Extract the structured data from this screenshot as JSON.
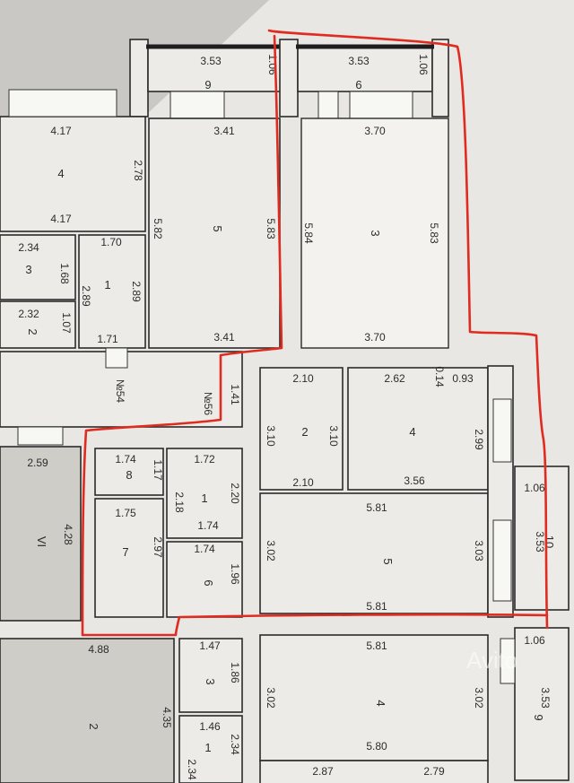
{
  "labels": [
    {
      "id": "l1",
      "t": "3.53"
    },
    {
      "id": "l2",
      "t": "6"
    },
    {
      "id": "l3",
      "t": "1.06"
    },
    {
      "id": "l4",
      "t": "3.53"
    },
    {
      "id": "l5",
      "t": "9"
    },
    {
      "id": "l6",
      "t": "1.06"
    },
    {
      "id": "l7",
      "t": "4.17"
    },
    {
      "id": "l8",
      "t": "4"
    },
    {
      "id": "l9",
      "t": "2.78"
    },
    {
      "id": "l10",
      "t": "4.17"
    },
    {
      "id": "l11",
      "t": "3.41"
    },
    {
      "id": "l12",
      "t": "5.82"
    },
    {
      "id": "l13",
      "t": "5"
    },
    {
      "id": "l14",
      "t": "5.83"
    },
    {
      "id": "l15",
      "t": "3.41"
    },
    {
      "id": "l16",
      "t": "3.70"
    },
    {
      "id": "l17",
      "t": "5.84"
    },
    {
      "id": "l18",
      "t": "3"
    },
    {
      "id": "l19",
      "t": "5.83"
    },
    {
      "id": "l20",
      "t": "3.70"
    },
    {
      "id": "l21",
      "t": "2.34"
    },
    {
      "id": "l22",
      "t": "3"
    },
    {
      "id": "l23",
      "t": "1.68"
    },
    {
      "id": "l24",
      "t": "1.70"
    },
    {
      "id": "l25",
      "t": "2.89"
    },
    {
      "id": "l26",
      "t": "1"
    },
    {
      "id": "l27",
      "t": "2.89"
    },
    {
      "id": "l28",
      "t": "2.32"
    },
    {
      "id": "l29",
      "t": "2"
    },
    {
      "id": "l30",
      "t": "1.07"
    },
    {
      "id": "l31",
      "t": "1.71"
    },
    {
      "id": "l32",
      "t": "№54"
    },
    {
      "id": "l33",
      "t": "№56"
    },
    {
      "id": "l34",
      "t": "1.41"
    },
    {
      "id": "l35",
      "t": "2.10"
    },
    {
      "id": "l36",
      "t": "3.10"
    },
    {
      "id": "l37",
      "t": "2"
    },
    {
      "id": "l38",
      "t": "3.10"
    },
    {
      "id": "l39",
      "t": "2.10"
    },
    {
      "id": "l40",
      "t": "2.62"
    },
    {
      "id": "l41",
      "t": "0.14"
    },
    {
      "id": "l42",
      "t": "0.93"
    },
    {
      "id": "l43",
      "t": "4"
    },
    {
      "id": "l44",
      "t": "2.99"
    },
    {
      "id": "l45",
      "t": "3.56"
    },
    {
      "id": "l46",
      "t": "2.59"
    },
    {
      "id": "l47",
      "t": "VI"
    },
    {
      "id": "l48",
      "t": "4.28"
    },
    {
      "id": "l49",
      "t": "1.74"
    },
    {
      "id": "l50",
      "t": "8"
    },
    {
      "id": "l51",
      "t": "1.17"
    },
    {
      "id": "l52",
      "t": "1.72"
    },
    {
      "id": "l53",
      "t": "1"
    },
    {
      "id": "l54",
      "t": "2.18"
    },
    {
      "id": "l55",
      "t": "2.20"
    },
    {
      "id": "l56",
      "t": "1.74"
    },
    {
      "id": "l57",
      "t": "1.75"
    },
    {
      "id": "l58",
      "t": "7"
    },
    {
      "id": "l59",
      "t": "2.97"
    },
    {
      "id": "l60",
      "t": "1.74"
    },
    {
      "id": "l61",
      "t": "6"
    },
    {
      "id": "l62",
      "t": "1.96"
    },
    {
      "id": "l63",
      "t": "5.81"
    },
    {
      "id": "l64",
      "t": "3.02"
    },
    {
      "id": "l65",
      "t": "5"
    },
    {
      "id": "l66",
      "t": "3.03"
    },
    {
      "id": "l67",
      "t": "5.81"
    },
    {
      "id": "l68",
      "t": "1.06"
    },
    {
      "id": "l69",
      "t": "10"
    },
    {
      "id": "l70",
      "t": "3.53"
    },
    {
      "id": "l71",
      "t": "4.88"
    },
    {
      "id": "l72",
      "t": "2"
    },
    {
      "id": "l73",
      "t": "4.35"
    },
    {
      "id": "l74",
      "t": "1.47"
    },
    {
      "id": "l75",
      "t": "3"
    },
    {
      "id": "l76",
      "t": "1.86"
    },
    {
      "id": "l77",
      "t": "1.46"
    },
    {
      "id": "l78",
      "t": "1"
    },
    {
      "id": "l79",
      "t": "2.34"
    },
    {
      "id": "l80",
      "t": "2.34"
    },
    {
      "id": "l81",
      "t": "5.81"
    },
    {
      "id": "l82",
      "t": "3.02"
    },
    {
      "id": "l83",
      "t": "4"
    },
    {
      "id": "l84",
      "t": "3.02"
    },
    {
      "id": "l85",
      "t": "5.80"
    },
    {
      "id": "l86",
      "t": "1.06"
    },
    {
      "id": "l87",
      "t": "3.53"
    },
    {
      "id": "l88",
      "t": "9"
    },
    {
      "id": "l89",
      "t": "2.87"
    },
    {
      "id": "l90",
      "t": "2.79"
    }
  ],
  "watermark": "Avito",
  "colors": {
    "outline": "#e02b20",
    "wall": "#2b2b2b"
  }
}
